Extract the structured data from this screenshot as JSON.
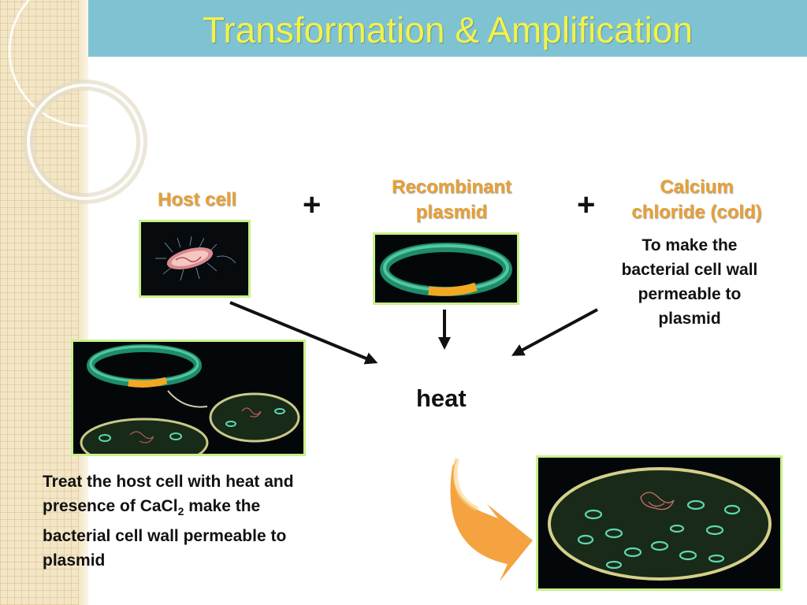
{
  "slide": {
    "title": "Transformation & Amplification"
  },
  "labels": {
    "host_cell": "Host cell",
    "recombinant_line1": "Recombinant",
    "recombinant_line2": "plasmid",
    "calcium_line1": "Calcium",
    "calcium_line2": "chloride (cold)",
    "plus": "+"
  },
  "notes": {
    "calcium_purpose_1": "To make the",
    "calcium_purpose_2": "bacterial cell wall",
    "calcium_purpose_3": "permeable to",
    "calcium_purpose_4": "plasmid",
    "heat": "heat",
    "treat_line1": "Treat the host cell with heat and",
    "treat_line2_pre": "presence of CaCl",
    "treat_line2_sub": "2",
    "treat_line2_post": " make the",
    "treat_line3": "bacterial cell wall permeable to",
    "treat_line4": "plasmid"
  },
  "colors": {
    "title_bar": "#7fc3d3",
    "title_text": "#f2f24a",
    "label_orange": "#e8a033",
    "image_border": "#c8f08a",
    "curved_arrow": "#f5a340"
  }
}
